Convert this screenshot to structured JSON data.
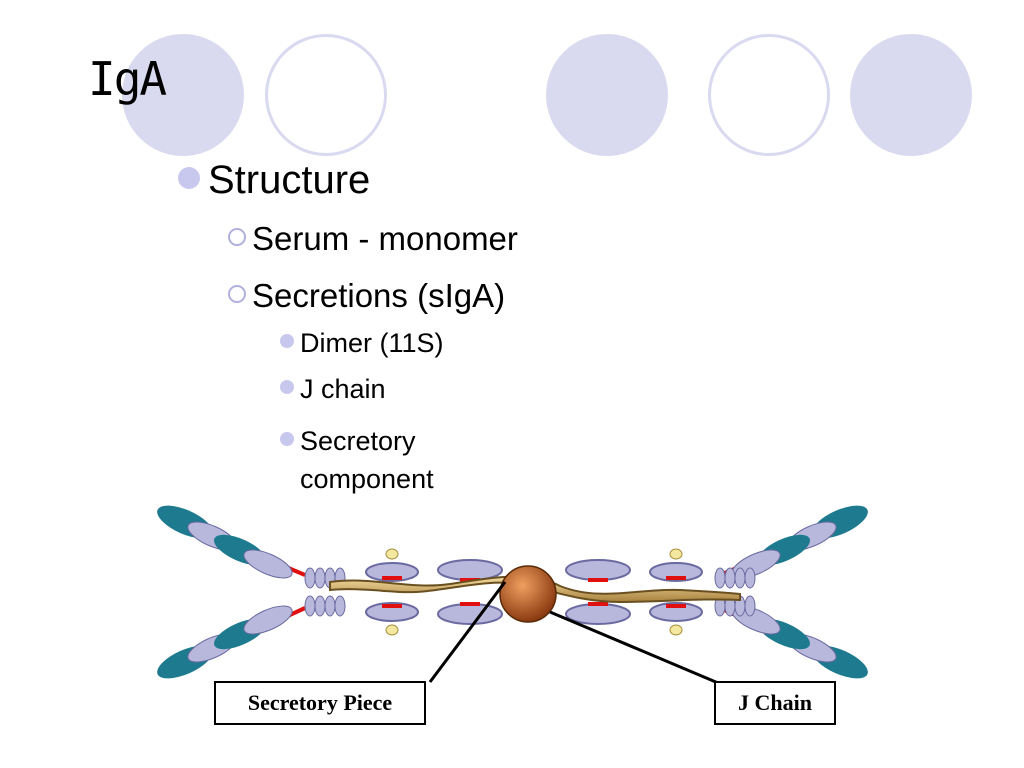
{
  "slide": {
    "title": "IgA",
    "bullets": {
      "structure": "Structure",
      "serum": "Serum - monomer",
      "secretions": "Secretions (sIgA)",
      "dimer": "Dimer (11S)",
      "jchain": "J chain",
      "secretory_1": "Secretory",
      "secretory_2": "component"
    }
  },
  "diagram": {
    "labels": {
      "secretory_piece": "Secretory Piece",
      "j_chain": "J Chain"
    },
    "colors": {
      "fab_teal": "#1e7a8e",
      "domain_gray": "#9a9ac8",
      "disulfide_red": "#e01010",
      "secretory_gold": "#d9b46a",
      "jchain_orange": "#c8601c"
    }
  },
  "theme": {
    "circle_fill": "#d9d9f0",
    "bullet_color": "#c8c8ee"
  }
}
